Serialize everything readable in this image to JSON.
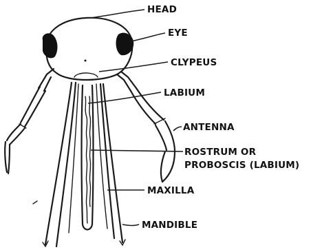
{
  "labels": {
    "head": "HEAD",
    "eye": "EYE",
    "clypeus": "CLYPEUS",
    "labium": "LABIUM",
    "antenna": "ANTENNA",
    "rostrum_line1": "ROSTRUM OR",
    "rostrum_line2": "PROBOSCIS (LABIUM)",
    "maxilla": "MAXILLA",
    "mandible": "MANDIBLE"
  },
  "colors": {
    "ink": "#111111",
    "background": "#ffffff"
  }
}
